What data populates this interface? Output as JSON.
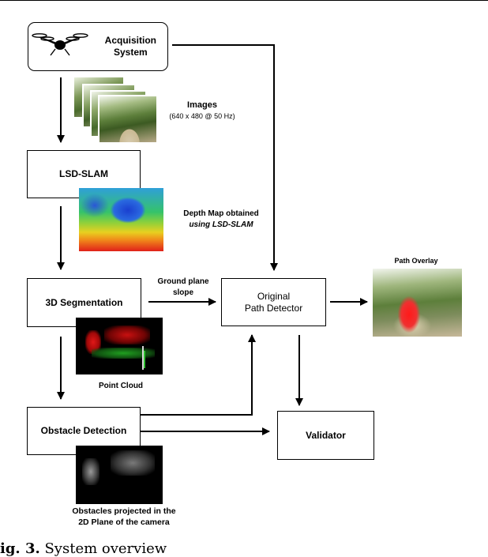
{
  "nodes": {
    "acquisition": "Acquisition\nSystem",
    "lsd_slam": "LSD-SLAM",
    "segmentation": "3D Segmentation",
    "obstacle_detection": "Obstacle Detection",
    "path_detector": "Original\nPath Detector",
    "validator": "Validator"
  },
  "labels": {
    "images_title": "Images",
    "images_spec": "(640 x 480 @ 50 Hz)",
    "depth_map_line1": "Depth Map obtained",
    "depth_map_line2": "using LSD-SLAM",
    "ground_plane": "Ground plane\nslope",
    "point_cloud": "Point Cloud",
    "obstacles_projected": "Obstacles projected in the\n2D Plane of the camera",
    "path_overlay": "Path Overlay"
  },
  "caption": {
    "prefix": "ig. 3.",
    "text": " System overview"
  },
  "icons": [
    "drone-icon"
  ],
  "colors": {
    "stroke": "#000000",
    "depth_red": "#e0201a",
    "depth_green": "#22b04a",
    "depth_blue": "#1a3fd0",
    "cloud_red": "#d01010",
    "cloud_green": "#20a020"
  }
}
